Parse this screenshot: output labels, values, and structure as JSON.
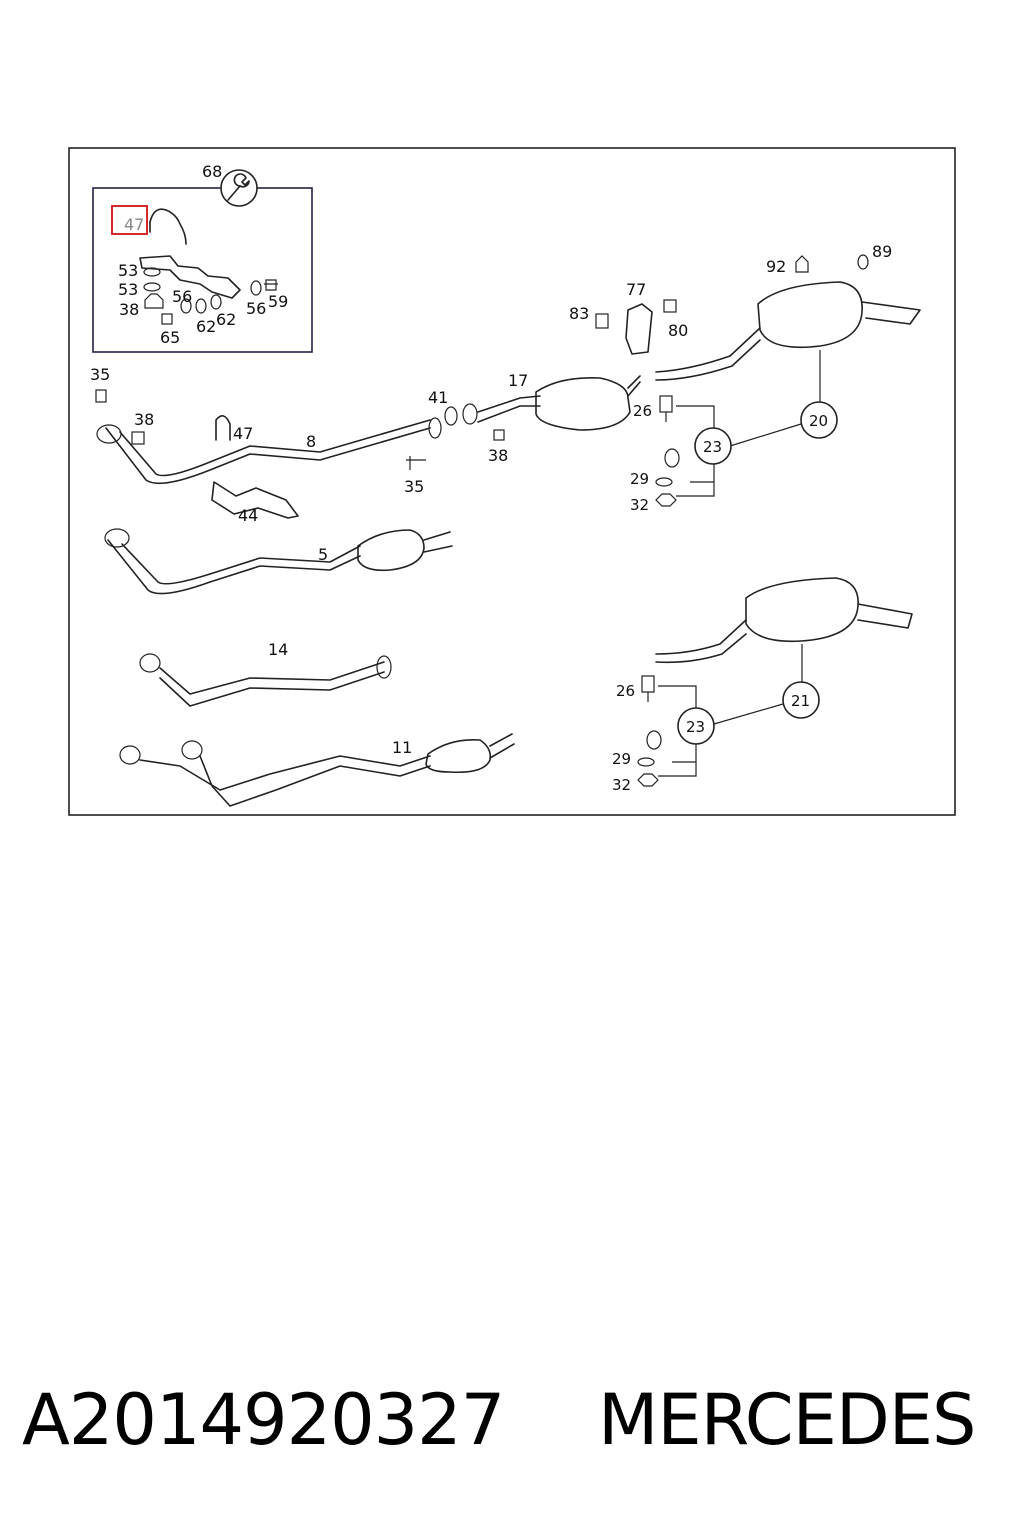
{
  "diagram": {
    "highlight_color": "#d62828",
    "frame_color": "#222244",
    "labels": {
      "l68": "68",
      "l47h": "47",
      "l53a": "53",
      "l53b": "53",
      "l38a": "38",
      "l56a": "56",
      "l65": "65",
      "l62a": "62",
      "l62b": "62",
      "l56b": "56",
      "l59": "59",
      "l35a": "35",
      "l38b": "38",
      "l47": "47",
      "l8": "8",
      "l44": "44",
      "l35b": "35",
      "l41": "41",
      "l38c": "38",
      "l17": "17",
      "l83": "83",
      "l77": "77",
      "l80": "80",
      "l92": "92",
      "l89": "89",
      "l26a": "26",
      "l29a": "29",
      "l32a": "32",
      "l23a": "23",
      "l20": "20",
      "l5": "5",
      "l14": "14",
      "l11": "11",
      "l26b": "26",
      "l29b": "29",
      "l32b": "32",
      "l23b": "23",
      "l21": "21"
    }
  },
  "footer": {
    "part_number": "A2014920327",
    "brand": "MERCEDES"
  }
}
